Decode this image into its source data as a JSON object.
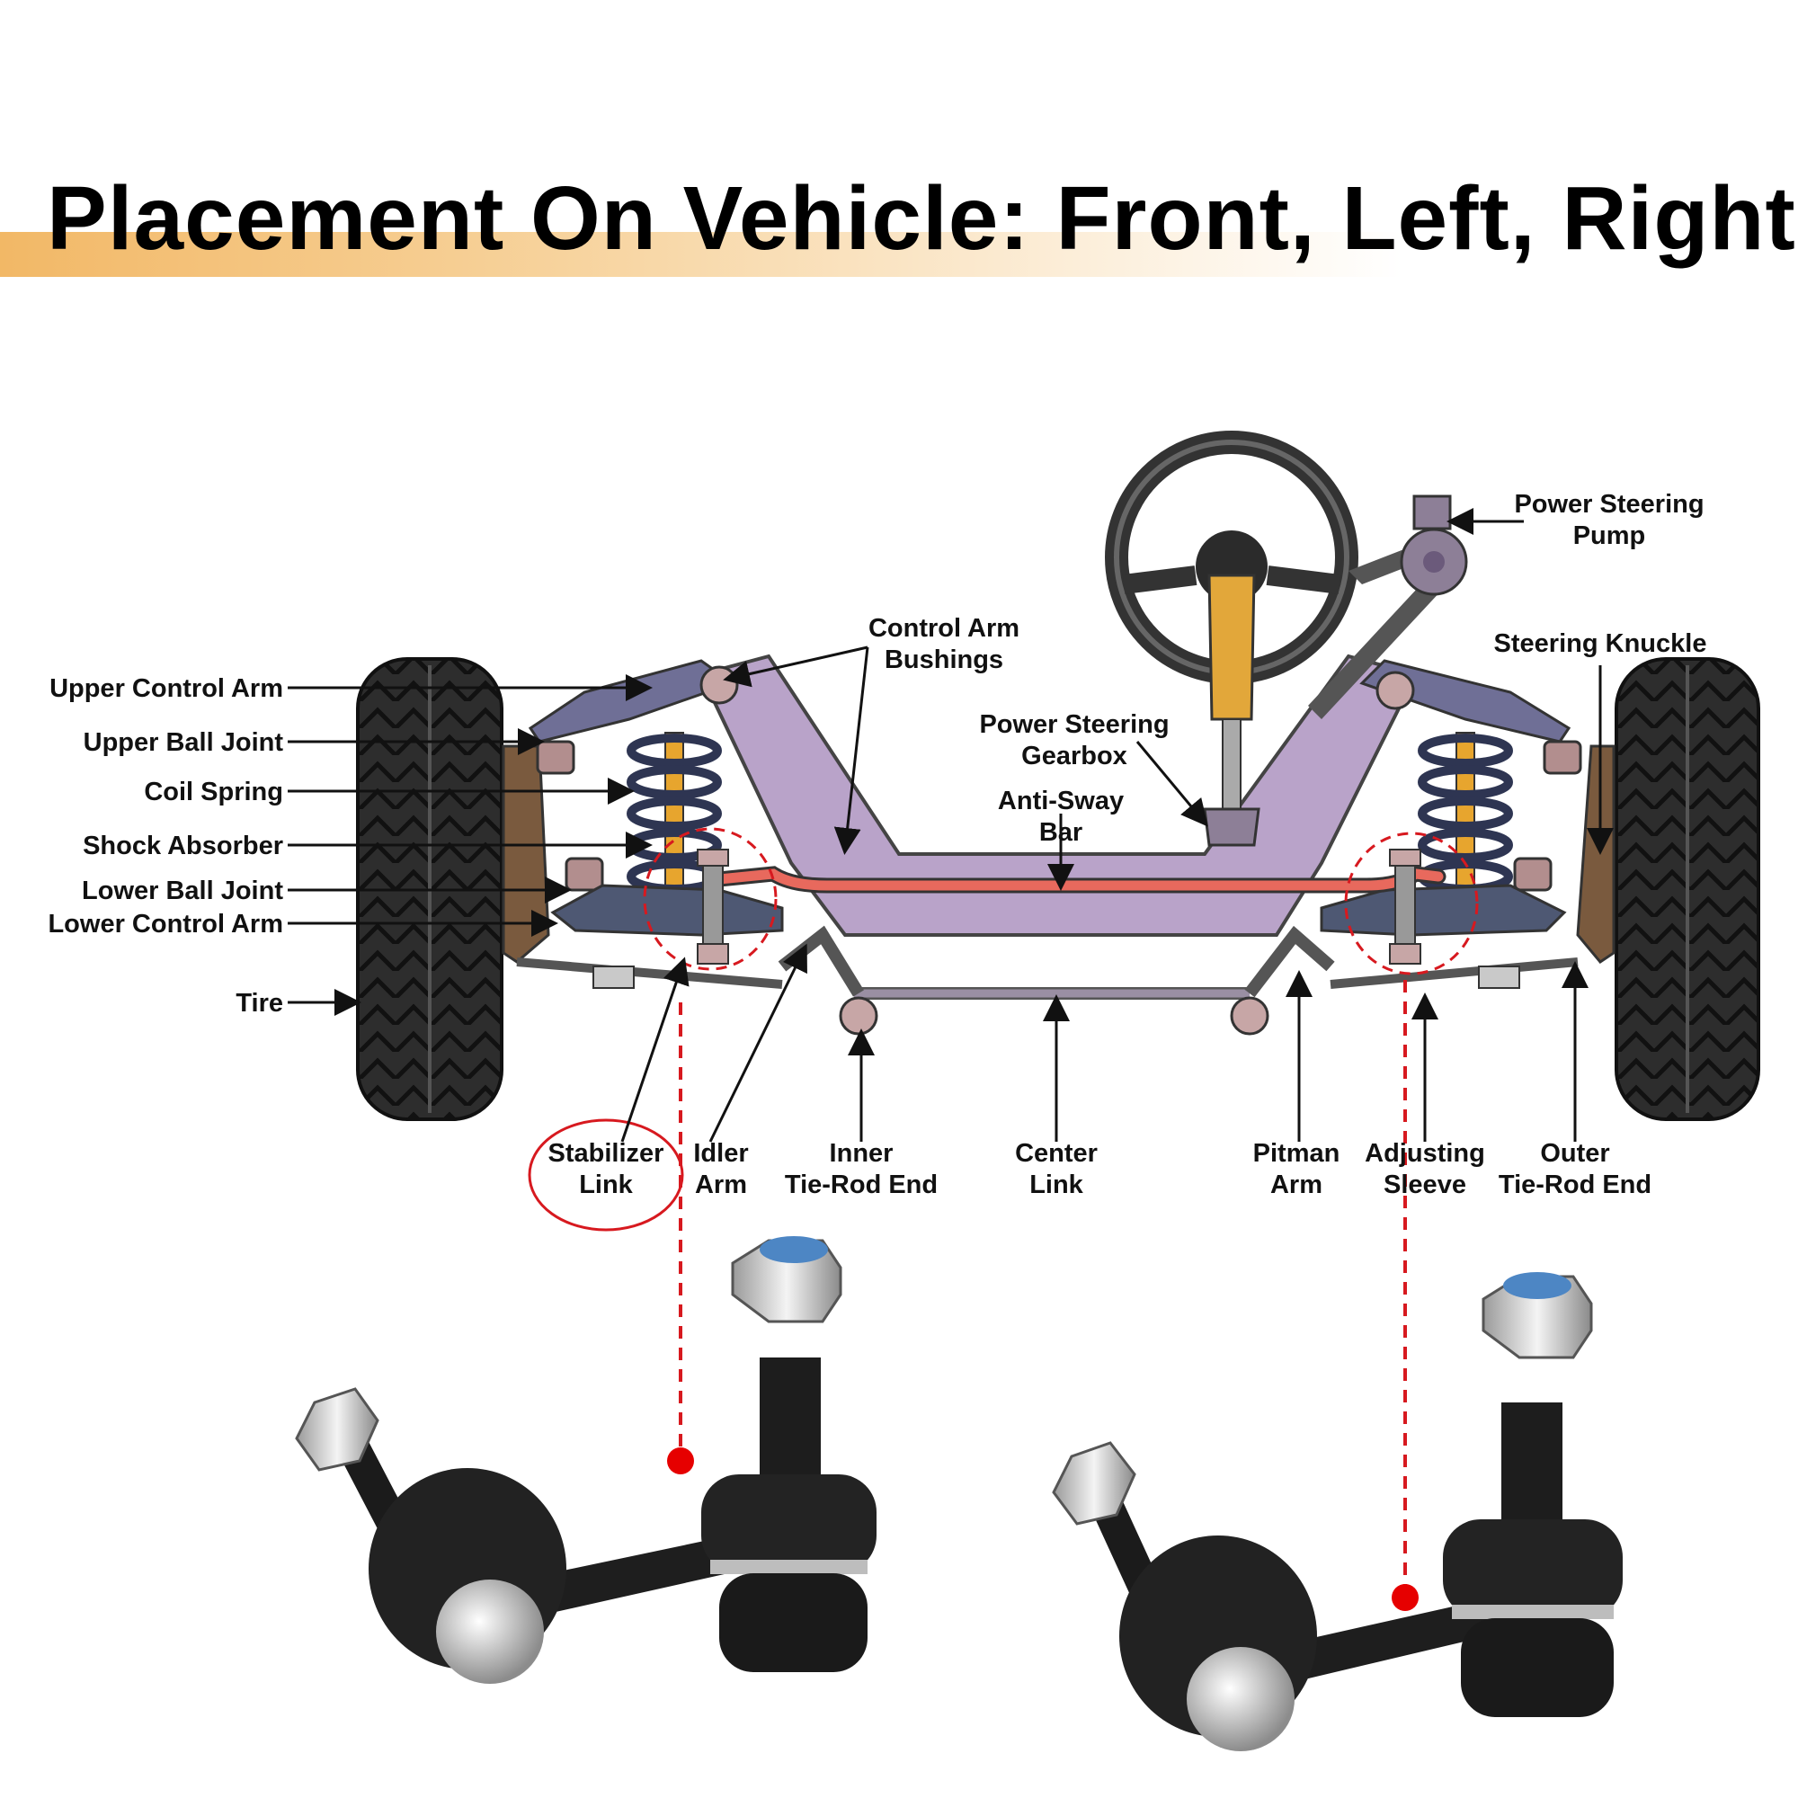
{
  "title": "Placement On Vehicle: Front, Left, Right",
  "labels": {
    "upper_control_arm": "Upper Control Arm",
    "upper_ball_joint": "Upper Ball Joint",
    "coil_spring": "Coil Spring",
    "shock_absorber": "Shock Absorber",
    "lower_ball_joint": "Lower Ball Joint",
    "lower_control_arm": "Lower Control Arm",
    "tire": "Tire",
    "control_arm_bushings": [
      "Control Arm",
      "Bushings"
    ],
    "power_steering_gearbox": [
      "Power Steering",
      "Gearbox"
    ],
    "anti_sway_bar": [
      "Anti-Sway",
      "Bar"
    ],
    "power_steering_pump": [
      "Power Steering",
      "Pump"
    ],
    "steering_knuckle": "Steering Knuckle",
    "stabilizer_link": [
      "Stabilizer",
      "Link"
    ],
    "idler_arm": [
      "Idler",
      "Arm"
    ],
    "inner_tie_rod_end": [
      "Inner",
      "Tie-Rod End"
    ],
    "center_link": [
      "Center",
      "Link"
    ],
    "pitman_arm": [
      "Pitman",
      "Arm"
    ],
    "adjusting_sleeve": [
      "Adjusting",
      "Sleeve"
    ],
    "outer_tie_rod_end": [
      "Outer",
      "Tie-Rod End"
    ]
  },
  "colors": {
    "highlight": "#d7191f",
    "frame": "#b9a3c9",
    "anti_sway_bar": "#e8695d",
    "tire": "#2d2d2d"
  },
  "icons": [
    "steering-wheel-icon",
    "tire-icon",
    "coil-spring-icon",
    "stabilizer-link-part-icon"
  ]
}
